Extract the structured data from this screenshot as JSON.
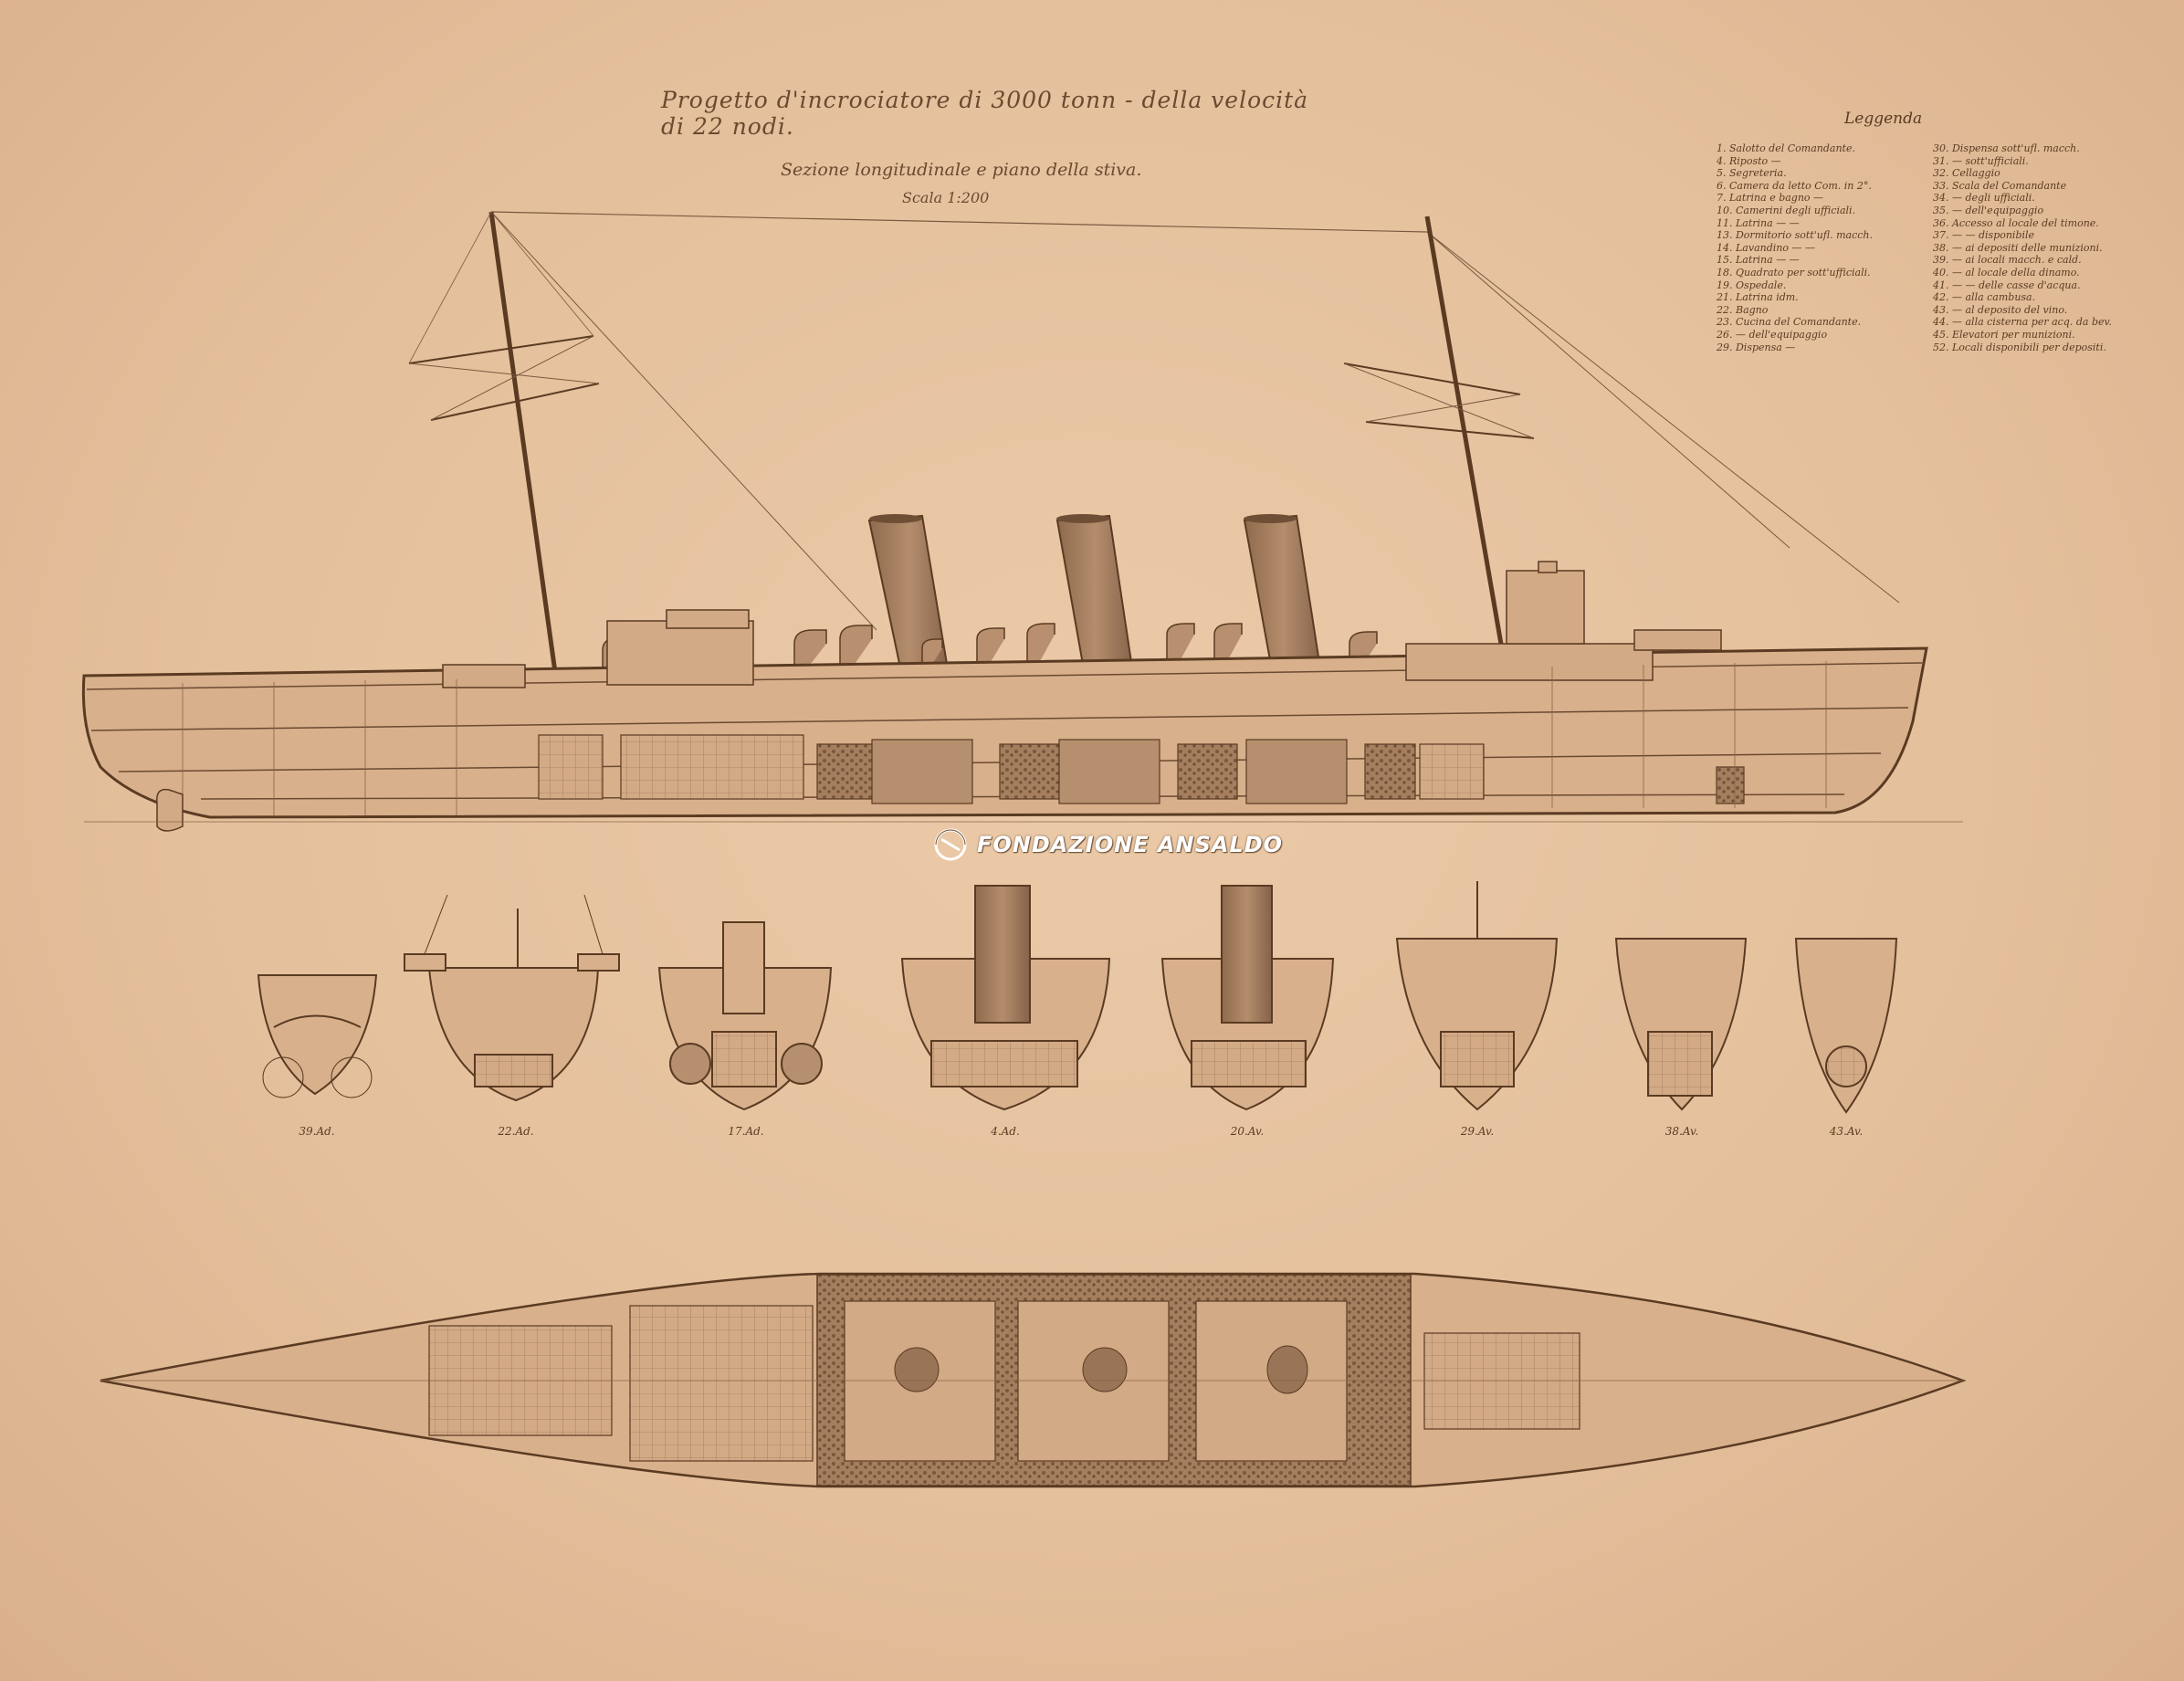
{
  "title": {
    "main": "Progetto d'incrociatore di 3000 tonn - della velocità di 22 nodi.",
    "subtitle": "Sezione longitudinale e piano della stiva.",
    "scale": "Scala 1:200"
  },
  "legend": {
    "title": "Leggenda",
    "column_1": [
      "1. Salotto del Comandante.",
      "4. Riposto —",
      "5. Segreteria.",
      "6. Camera da letto Com. in 2°.",
      "7. Latrina e bagno —",
      "10. Camerini degli ufficiali.",
      "11. Latrina — —",
      "13. Dormitorio sott'ufl. macch.",
      "14. Lavandino — —",
      "15. Latrina — —",
      "18. Quadrato per sott'ufficiali.",
      "19. Ospedale.",
      "21. Latrina idm.",
      "22. Bagno",
      "23. Cucina del Comandante.",
      "26. — dell'equipaggio",
      "29. Dispensa —"
    ],
    "column_2": [
      "30. Dispensa sott'ufl. macch.",
      "31. — sott'ufficiali.",
      "32. Cellaggio",
      "33. Scala del Comandante",
      "34. — degli ufficiali.",
      "35. — dell'equipaggio",
      "36. Accesso al locale del timone.",
      "37. — — disponibile",
      "38. — ai depositi delle munizioni.",
      "39. — ai locali macch. e cald.",
      "40. — al locale della dinamo.",
      "41. — — delle casse d'acqua.",
      "42. — alla cambusa.",
      "43. — al deposito del vino.",
      "44. — alla cisterna per acq. da bev.",
      "45. Elevatori per munizioni.",
      "52. Locali disponibili per depositi."
    ]
  },
  "section_labels": [
    "39.Ad.",
    "22.Ad.",
    "17.Ad.",
    "4.Ad.",
    "20.Av.",
    "29.Av.",
    "38.Av.",
    "43.Av."
  ],
  "watermark": "FONDAZIONE ANSALDO",
  "colors": {
    "paper": "#e6c2a0",
    "ink": "#5a3b22",
    "ink_light": "#8a6648",
    "fill_dark": "#9a7456",
    "fill_mid": "#c49a76"
  }
}
